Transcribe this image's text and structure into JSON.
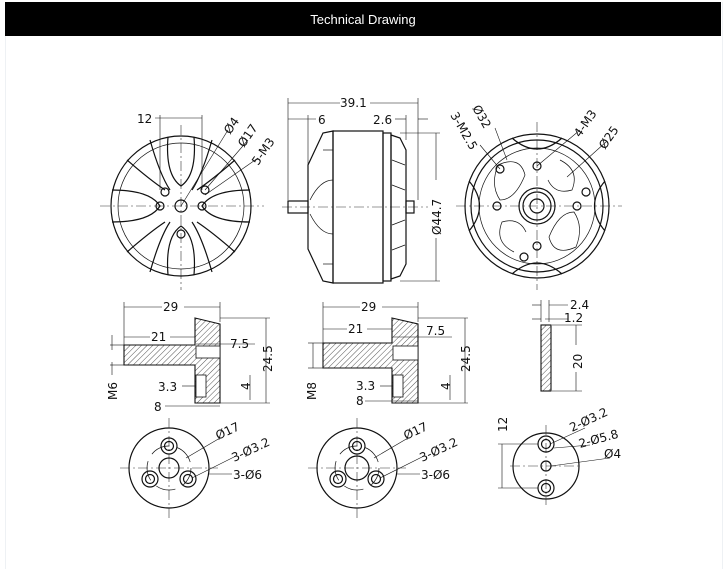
{
  "header": {
    "title": "Technical Drawing"
  },
  "drawing": {
    "front_view": {
      "d12": "12",
      "bore": "Ø4",
      "pcd": "Ø17",
      "holes": "5-M3"
    },
    "side_view": {
      "length": "39.1",
      "shaft": "6",
      "rear": "2.6",
      "diameter": "Ø44.7"
    },
    "rear_view": {
      "holes_small": "3-M2.5",
      "pcd_outer": "Ø32",
      "holes": "4-M3",
      "pcd_inner": "Ø25"
    },
    "adapter_m6": {
      "width": "29",
      "shaft_len": "21",
      "d75": "7.5",
      "height": "24.5",
      "thread": "M6",
      "d33": "3.3",
      "d4": "4",
      "d8": "8"
    },
    "adapter_m8": {
      "width": "29",
      "shaft_len": "21",
      "d75": "7.5",
      "height": "24.5",
      "thread": "M8",
      "d33": "3.3",
      "d4": "4",
      "d8": "8"
    },
    "washer_side": {
      "t1": "2.4",
      "t2": "1.2",
      "height": "20"
    },
    "adapter_m6_front": {
      "pcd": "Ø17",
      "holes": "3-Ø3.2",
      "counter": "3-Ø6"
    },
    "adapter_m8_front": {
      "pcd": "Ø17",
      "holes": "3-Ø3.2",
      "counter": "3-Ø6"
    },
    "washer_front": {
      "spacing": "12",
      "holes": "2-Ø3.2",
      "counter": "2-Ø5.8",
      "bore": "Ø4"
    }
  }
}
